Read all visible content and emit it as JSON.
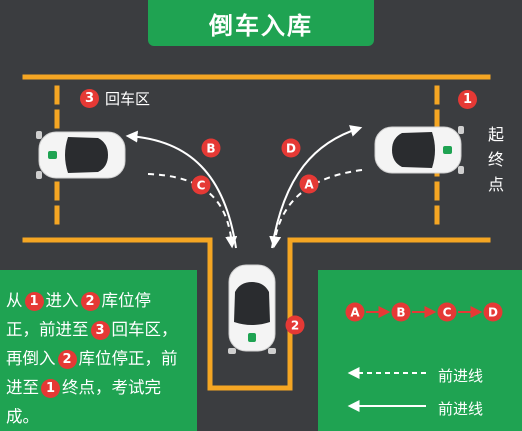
{
  "title": "倒车入库",
  "zone_label": {
    "badge": "3",
    "text": "回车区"
  },
  "endpoint": {
    "badge": "1",
    "text": "起终点",
    "chars": [
      "起",
      "终",
      "点"
    ]
  },
  "garage_badge": "2",
  "path_labels": [
    "A",
    "B",
    "C",
    "D"
  ],
  "instructions": {
    "segments": [
      {
        "text": "从"
      },
      {
        "badge": "1"
      },
      {
        "text": "进入"
      },
      {
        "badge": "2"
      },
      {
        "text": "库位停正，前进至"
      },
      {
        "badge": "3"
      },
      {
        "text": "回车区，再倒入"
      },
      {
        "badge": "2"
      },
      {
        "text": "库位停正，前进至"
      },
      {
        "badge": "1"
      },
      {
        "text": "终点，考试完成。"
      }
    ]
  },
  "legend": {
    "sequence": [
      "A",
      "B",
      "C",
      "D"
    ],
    "dashed_label": "前进线",
    "solid_label": "前进线"
  },
  "colors": {
    "road": "#3b3d40",
    "brand_green": "#1fa352",
    "lane_yellow": "#f5a623",
    "badge_red": "#e53935",
    "car_white": "#f4f4f4"
  }
}
